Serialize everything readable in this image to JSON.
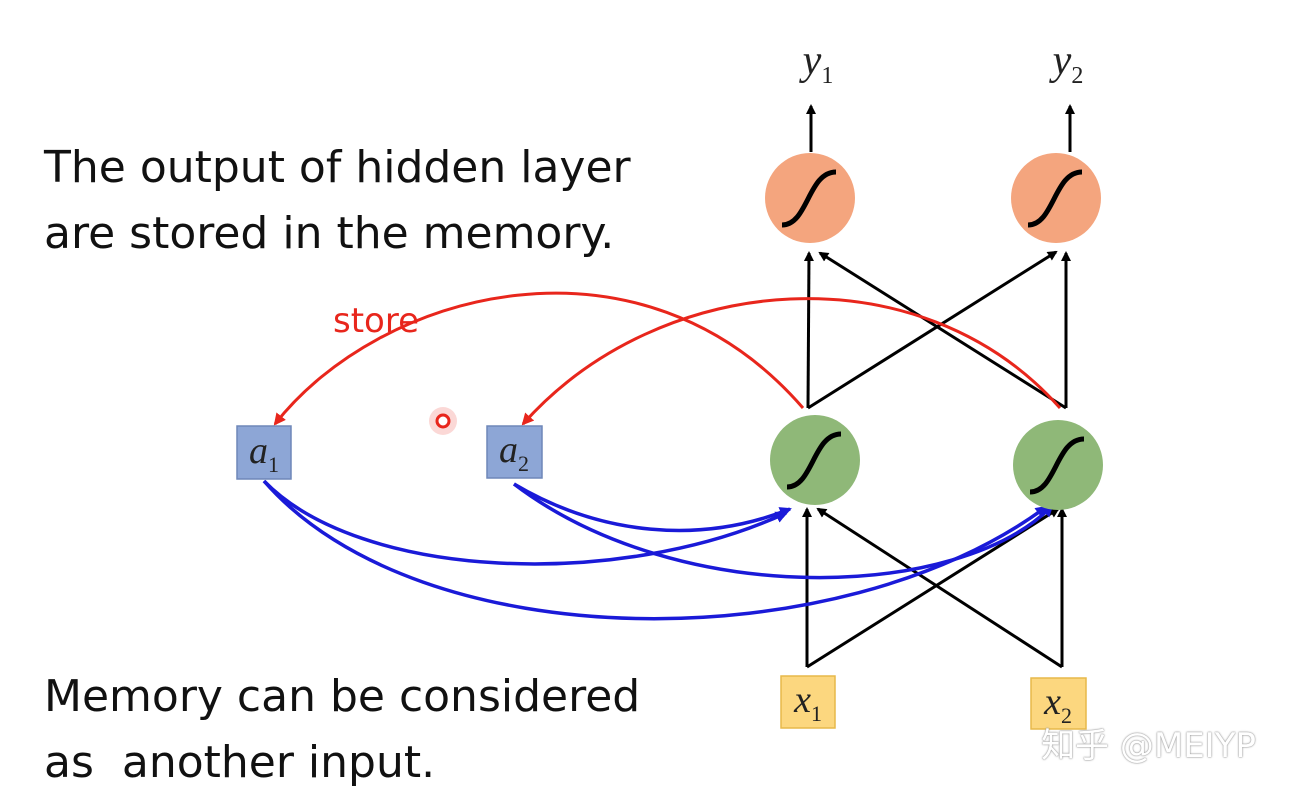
{
  "text": {
    "top_line1": "The output of hidden layer",
    "top_line2": "are stored in the memory.",
    "bottom_line1": "Memory can be considered",
    "bottom_line2": "as  another input.",
    "store": "store",
    "watermark": "知乎 @MEIYP"
  },
  "nodes": {
    "y1": {
      "base": "y",
      "sub": "1"
    },
    "y2": {
      "base": "y",
      "sub": "2"
    },
    "a1": {
      "base": "a",
      "sub": "1"
    },
    "a2": {
      "base": "a",
      "sub": "2"
    },
    "x1": {
      "base": "x",
      "sub": "1"
    },
    "x2": {
      "base": "x",
      "sub": "2"
    }
  },
  "colors": {
    "output_neuron": "#f4a57e",
    "hidden_neuron": "#8fb878",
    "memory_box": "#8da6d6",
    "input_box": "#fcd77f",
    "store_arrow": "#e8261c",
    "memory_arrow": "#1a1ad8",
    "weights": "#000000",
    "cursor_dot": "#e8261c"
  }
}
